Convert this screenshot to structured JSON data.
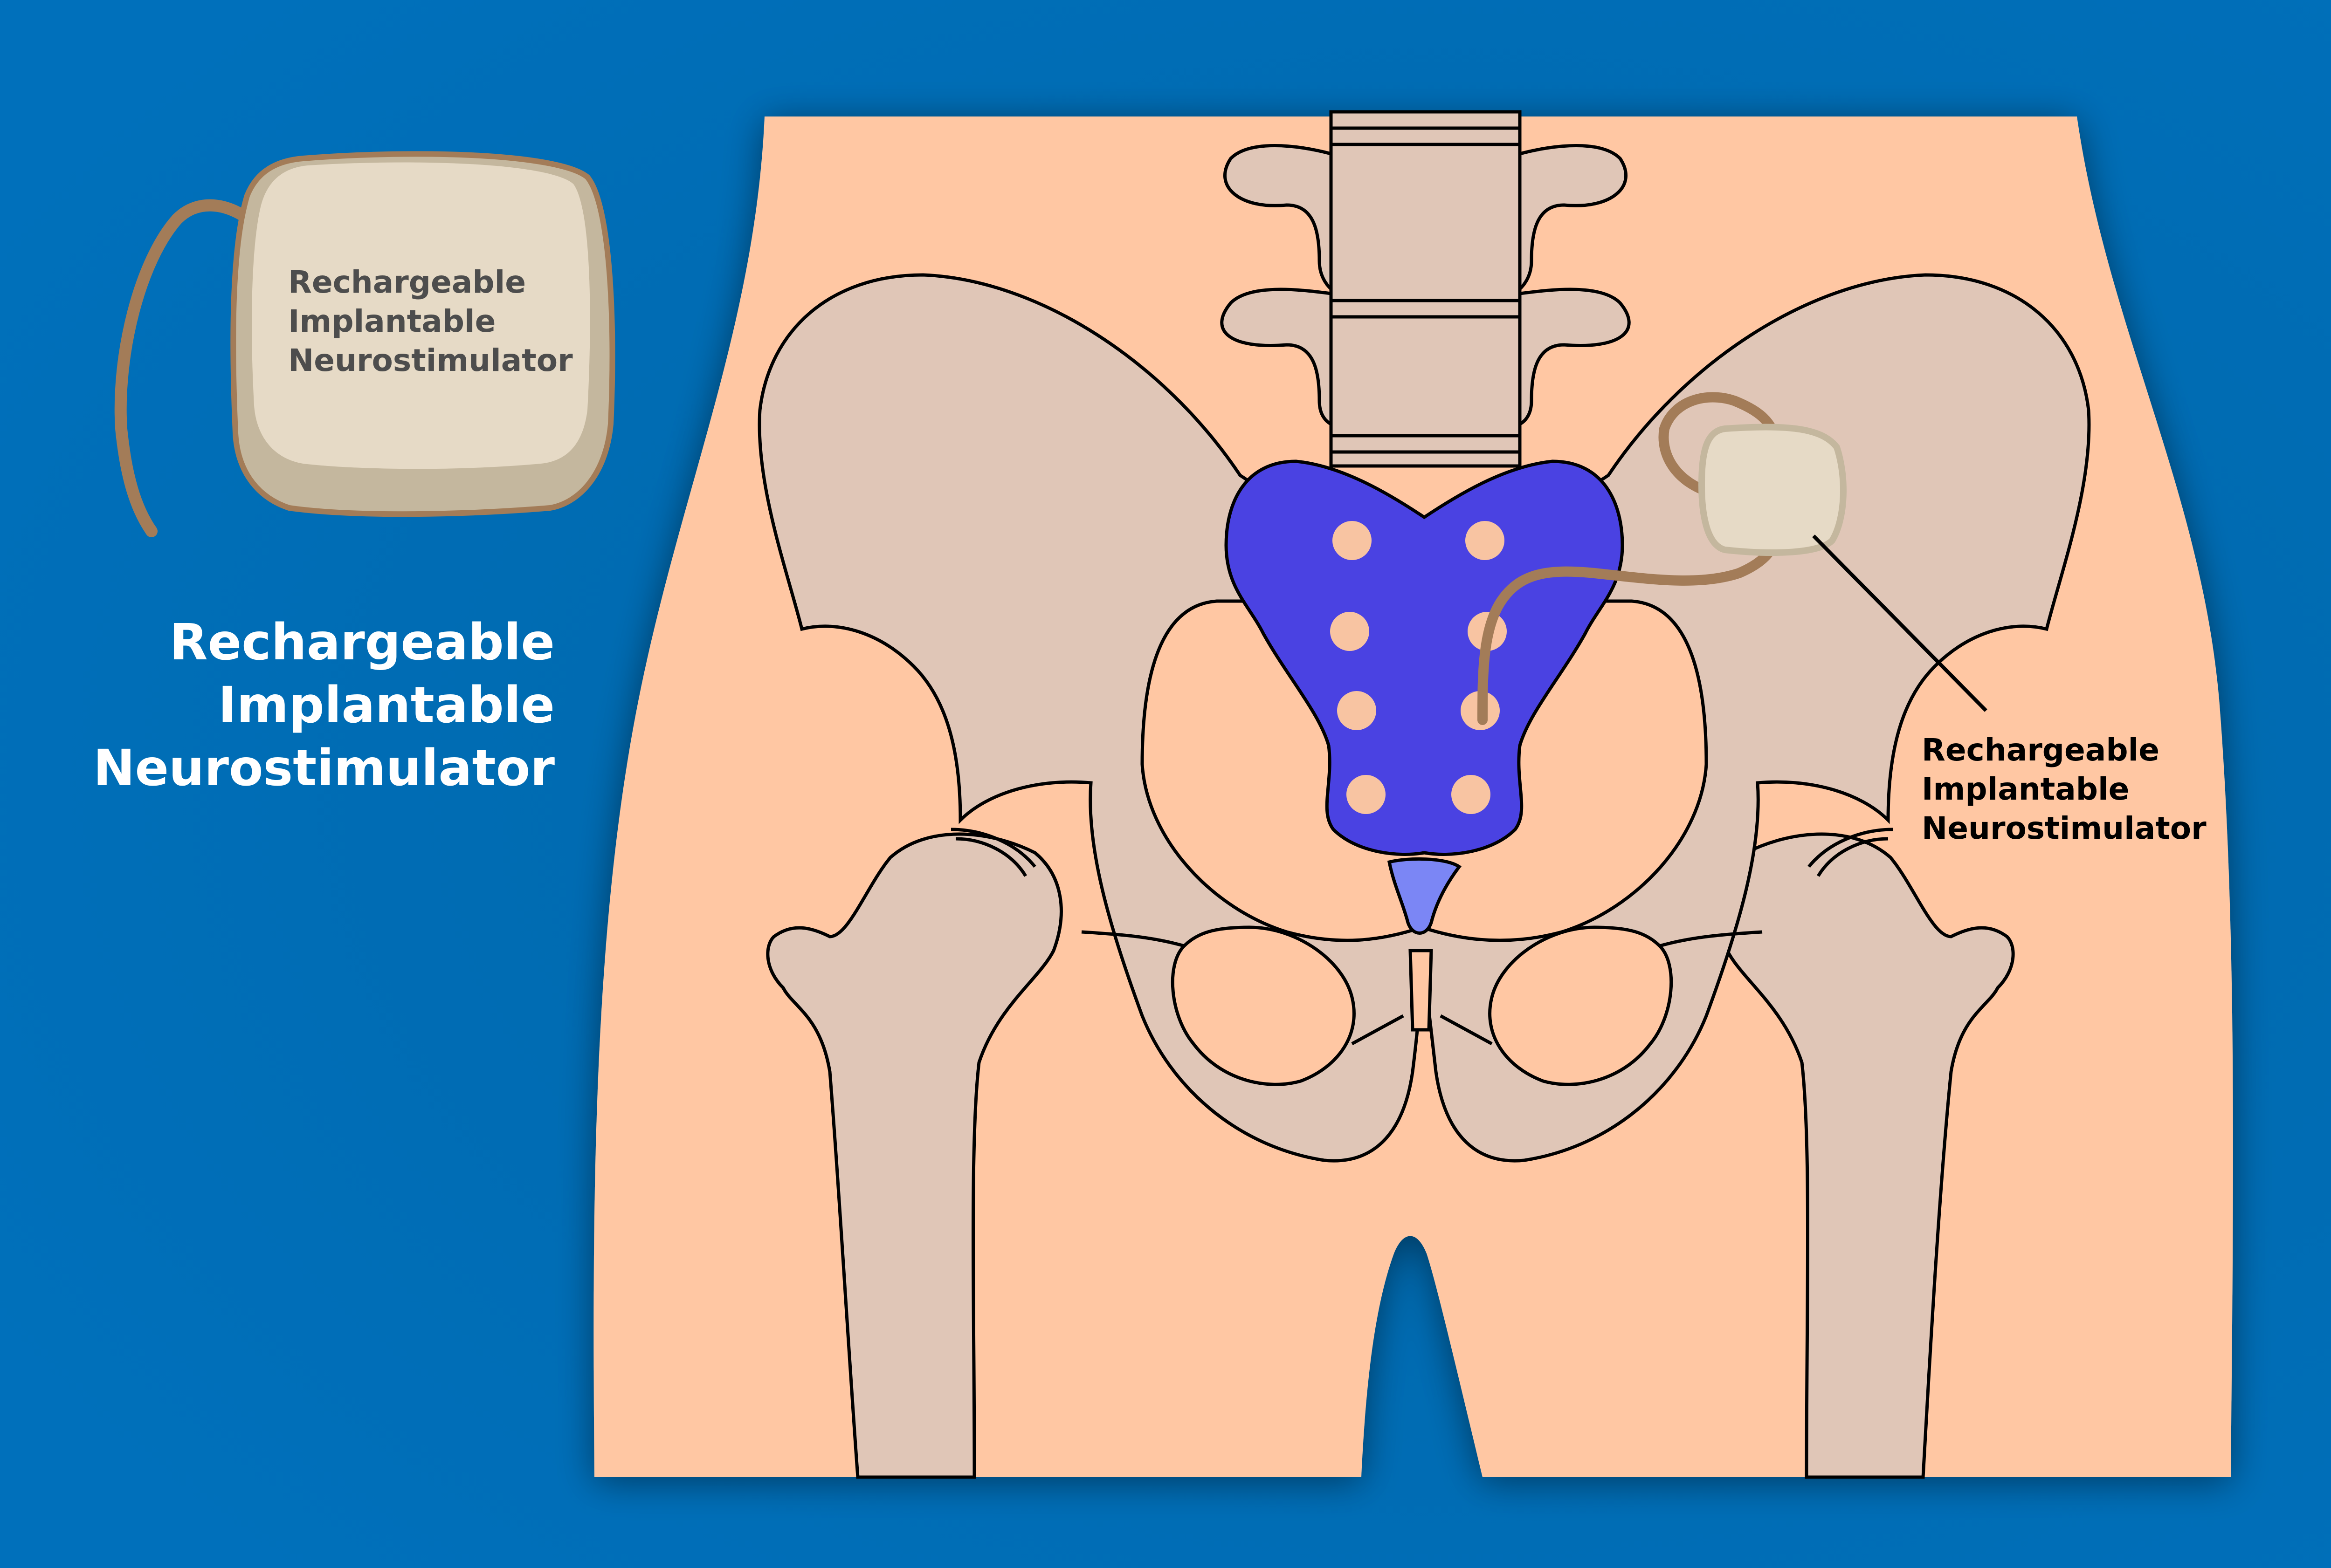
{
  "device_inset": {
    "line1": "Rechargeable",
    "line2": "Implantable",
    "line3": "Neurostimulator"
  },
  "main_label": {
    "line1": "Rechargeable",
    "line2": "Implantable",
    "line3": "Neurostimulator"
  },
  "pointer_label": {
    "line1": "Rechargeable",
    "line2": "Implantable",
    "line3": "Neurostimulator"
  },
  "colors": {
    "background": "#0070bb",
    "skin": "#ffc7a3",
    "bone": "#e0c6b7",
    "sacrum": "#4a42e2",
    "coccyx": "#7b86f5",
    "foramina": "#f8c4a2",
    "device_body": "#e6dac6",
    "device_rim": "#c4b79e",
    "lead_wire": "#a37c58",
    "outline": "#000000"
  }
}
